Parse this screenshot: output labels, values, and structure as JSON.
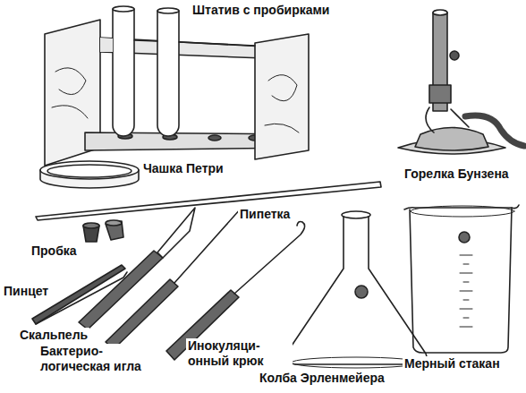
{
  "diagram": {
    "labels": [
      "Штатив с пробирками",
      "Чашка Петри",
      "Горелка Бунзена",
      "Пипетка",
      "Пробка",
      "Пинцет",
      "Скальпель",
      "Бактерио- логическая игла",
      "Инокуляци- онный крюк",
      "Колба Эрленмейера",
      "Мерный стакан"
    ]
  }
}
